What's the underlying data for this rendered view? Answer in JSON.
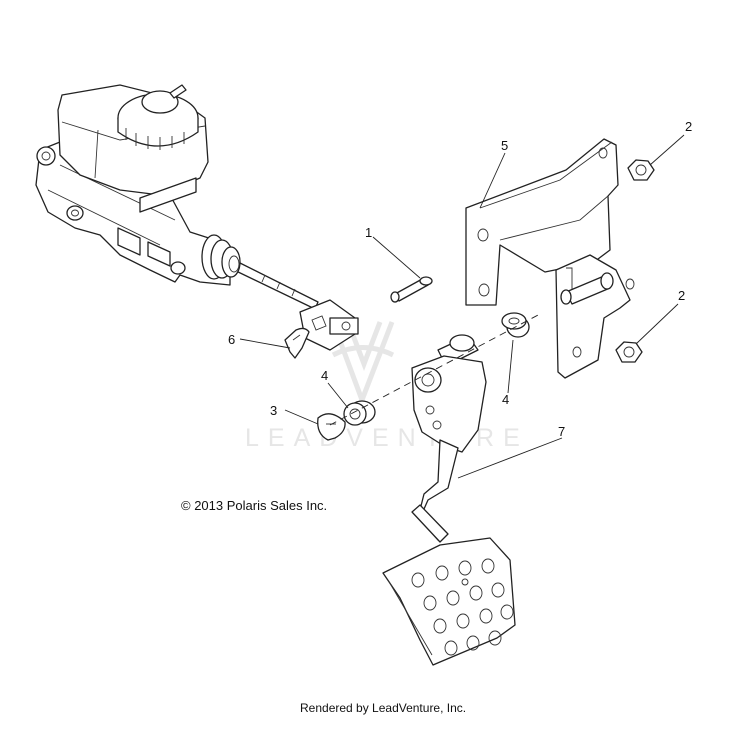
{
  "callouts": [
    "1",
    "2",
    "2",
    "3",
    "4",
    "4",
    "5",
    "6",
    "7"
  ],
  "copyright": "© 2013 Polaris Sales Inc.",
  "watermark": "LEADVENTURE",
  "footer": "Rendered by LeadVenture, Inc.",
  "colors": {
    "line": "#222222",
    "watermark": "#e6e6e6",
    "background": "#ffffff"
  }
}
